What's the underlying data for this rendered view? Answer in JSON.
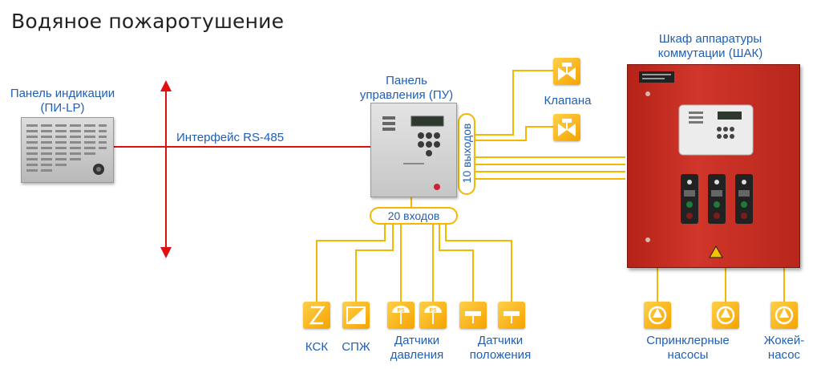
{
  "title": "Водяное пожаротушение",
  "indication_panel": {
    "label_line1": "Панель индикации",
    "label_line2": "(ПИ-LP)"
  },
  "interface": {
    "label": "Интерфейс RS-485"
  },
  "control_panel": {
    "label_line1": "Панель",
    "label_line2": "управления (ПУ)"
  },
  "outputs": {
    "label": "10 выходов"
  },
  "inputs": {
    "label": "20 входов"
  },
  "valves": {
    "label": "Клапана"
  },
  "cabinet": {
    "label_line1": "Шкаф аппаратуры",
    "label_line2": "коммутации (ШАК)"
  },
  "devices": {
    "ksk": "КСК",
    "spzh": "СПЖ",
    "pressure_line1": "Датчики",
    "pressure_line2": "давления",
    "position_line1": "Датчики",
    "position_line2": "положения",
    "ps_text": "PS"
  },
  "pumps": {
    "sprinkler_line1": "Спринклерные",
    "sprinkler_line2": "насосы",
    "jockey_line1": "Жокей-",
    "jockey_line2": "насос"
  },
  "colors": {
    "wire": "#f5b800",
    "rs485": "#e01010",
    "label": "#1f5fb4",
    "cabinet": "#c8281e"
  }
}
